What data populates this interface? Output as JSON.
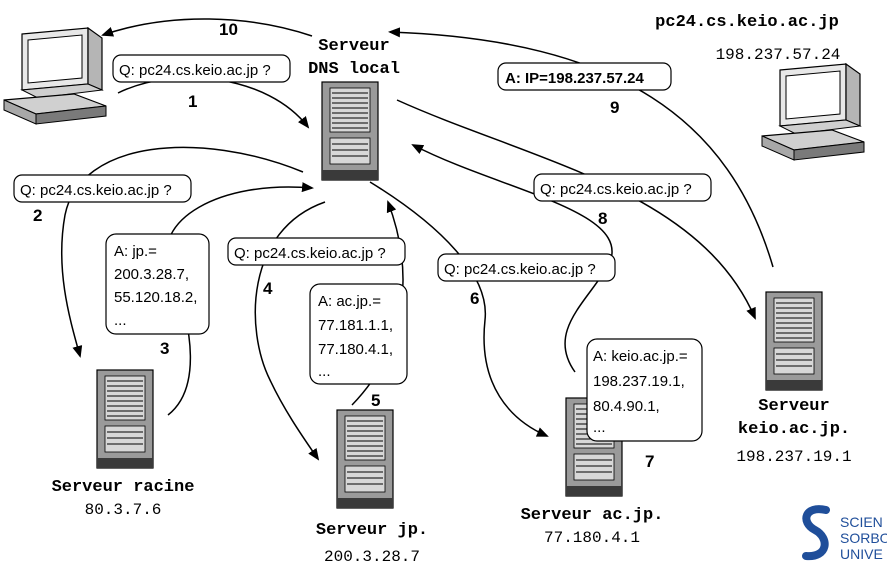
{
  "colors": {
    "ink": "#000000",
    "server_gray": "#9a9a9a",
    "logo_blue": "#1f4e9a"
  },
  "top_host": {
    "name": "pc24.cs.keio.ac.jp",
    "ip": "198.237.57.24"
  },
  "local_dns": {
    "line1": "Serveur",
    "line2": "DNS local"
  },
  "root_server": {
    "name": "Serveur racine",
    "ip": "80.3.7.6"
  },
  "jp_server": {
    "name": "Serveur jp.",
    "ip": "200.3.28.7"
  },
  "acjp_server": {
    "name": "Serveur ac.jp.",
    "ip": "77.180.4.1"
  },
  "keio_server": {
    "line1": "Serveur",
    "line2": "keio.ac.jp.",
    "ip": "198.237.19.1"
  },
  "queries": {
    "q1": "Q: pc24.cs.keio.ac.jp ?",
    "q2": "Q: pc24.cs.keio.ac.jp ?",
    "q4": "Q: pc24.cs.keio.ac.jp ?",
    "q6": "Q: pc24.cs.keio.ac.jp ?",
    "q8": "Q: pc24.cs.keio.ac.jp ?"
  },
  "answers": {
    "a3": [
      "A: jp.=",
      "200.3.28.7,",
      "55.120.18.2,",
      "..."
    ],
    "a5": [
      "A: ac.jp.=",
      "77.181.1.1,",
      "77.180.4.1,",
      "..."
    ],
    "a7": [
      "A: keio.ac.jp.=",
      "198.237.19.1,",
      "80.4.90.1,",
      "..."
    ],
    "a9": "A: IP=198.237.57.24"
  },
  "steps": [
    "1",
    "2",
    "3",
    "4",
    "5",
    "6",
    "7",
    "8",
    "9",
    "10"
  ],
  "logo": {
    "line1": "SCIEN",
    "line2": "SORBO",
    "line3": "UNIVE"
  }
}
